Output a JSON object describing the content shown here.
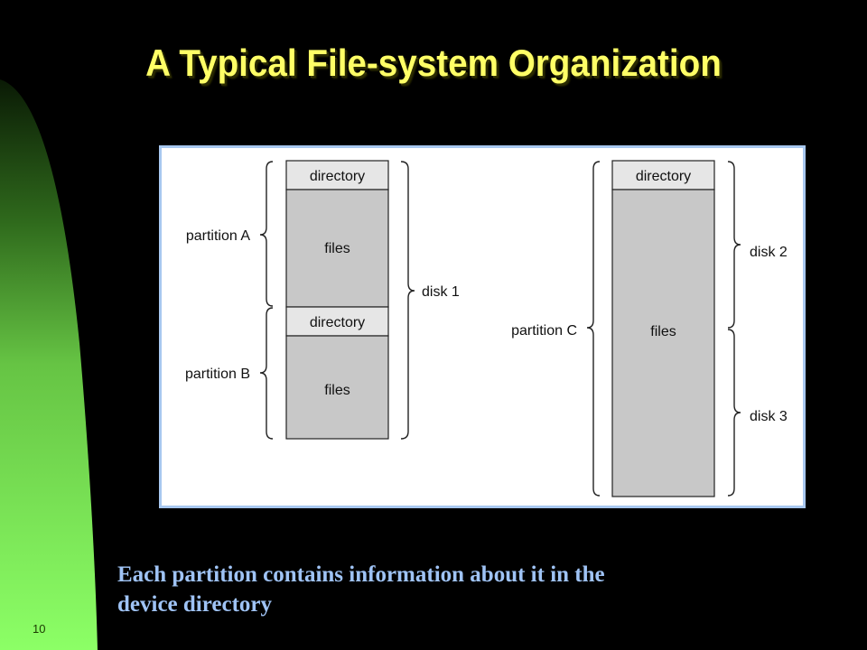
{
  "slide": {
    "title": "A Typical File-system Organization",
    "caption_line1": "Each partition contains information about it in the",
    "caption_line2": "device directory",
    "page_number": "10"
  },
  "diagram": {
    "disk1_stack": {
      "partition_a": {
        "directory": "directory",
        "files": "files"
      },
      "partition_b": {
        "directory": "directory",
        "files": "files"
      }
    },
    "partition_c_stack": {
      "directory": "directory",
      "files": "files"
    },
    "labels": {
      "partition_a": "partition A",
      "partition_b": "partition B",
      "partition_c": "partition C",
      "disk1": "disk 1",
      "disk2": "disk 2",
      "disk3": "disk 3"
    }
  },
  "colors": {
    "background": "#000000",
    "title": "#ffff66",
    "caption": "#9fc3f5",
    "green_band": "#88ff66",
    "figure_frame": "#a8c8f0",
    "directory_fill": "#e6e6e6",
    "files_fill": "#c8c8c8"
  }
}
